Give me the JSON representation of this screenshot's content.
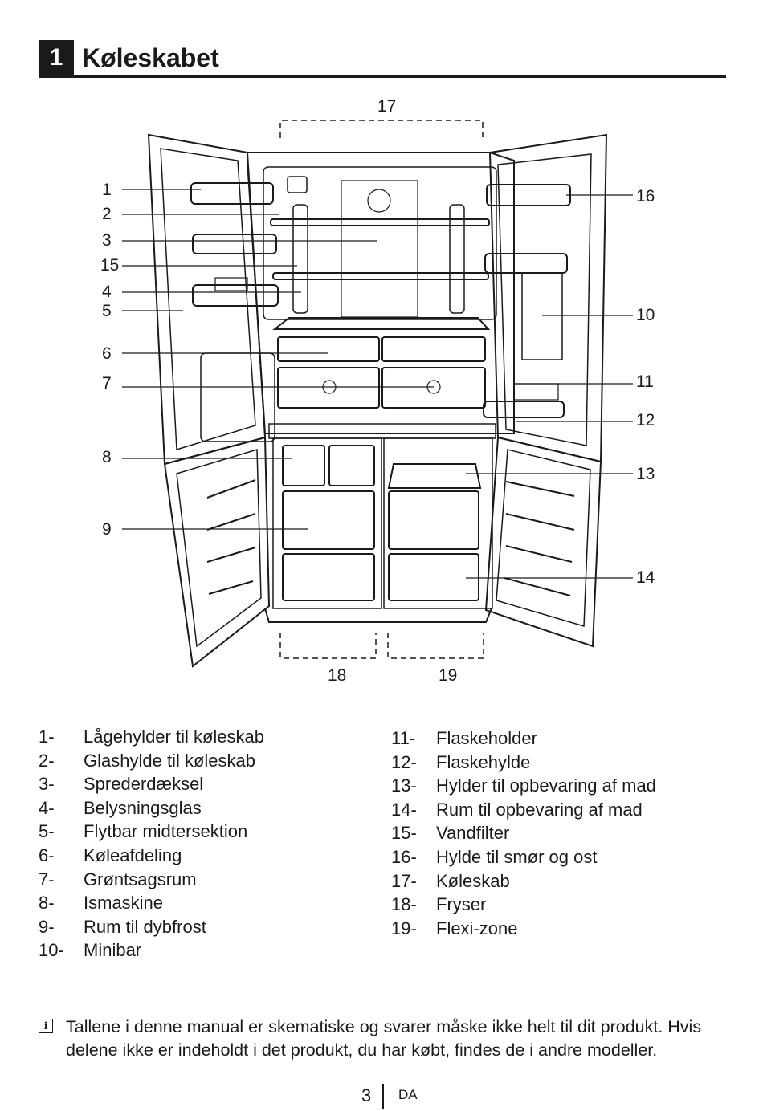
{
  "section": {
    "number": "1",
    "title": "Køleskabet"
  },
  "figure": {
    "callouts": [
      "1",
      "2",
      "3",
      "15",
      "4",
      "5",
      "6",
      "7",
      "8",
      "9",
      "16",
      "10",
      "11",
      "12",
      "13",
      "14",
      "17",
      "18",
      "19"
    ]
  },
  "legend_left": [
    {
      "num": "1-",
      "text": "Lågehylder til køleskab"
    },
    {
      "num": "2-",
      "text": "Glashylde til køleskab"
    },
    {
      "num": "3-",
      "text": "Sprederdæksel"
    },
    {
      "num": "4-",
      "text": "Belysningsglas"
    },
    {
      "num": "5-",
      "text": "Flytbar midtersektion"
    },
    {
      "num": "6-",
      "text": "Køleafdeling"
    },
    {
      "num": "7-",
      "text": "Grøntsagsrum"
    },
    {
      "num": "8-",
      "text": "Ismaskine"
    },
    {
      "num": "9-",
      "text": "Rum til dybfrost"
    },
    {
      "num": "10-",
      "text": "Minibar"
    }
  ],
  "legend_right": [
    {
      "num": "11-",
      "text": "Flaskeholder"
    },
    {
      "num": "12-",
      "text": "Flaskehylde"
    },
    {
      "num": "13-",
      "text": "Hylder til opbevaring af mad"
    },
    {
      "num": "14-",
      "text": "Rum til opbevaring af mad"
    },
    {
      "num": "15-",
      "text": "Vandfilter"
    },
    {
      "num": "16-",
      "text": "Hylde til smør og ost"
    },
    {
      "num": "17-",
      "text": "Køleskab"
    },
    {
      "num": "18-",
      "text": "Fryser"
    },
    {
      "num": "19-",
      "text": "Flexi-zone"
    }
  ],
  "note": {
    "icon": "info-icon",
    "text": "Tallene i denne manual er skematiske og svarer måske ikke helt til dit produkt. Hvis delene ikke er indeholdt i det produkt, du har købt, findes de i andre modeller."
  },
  "footer": {
    "page": "3",
    "lang": "DA"
  }
}
